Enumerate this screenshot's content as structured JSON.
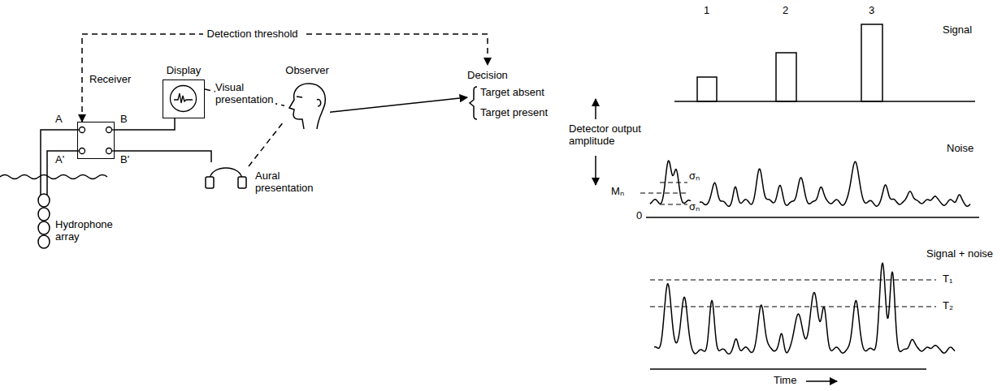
{
  "diagram": {
    "nodes": [
      {
        "text": [
          "Receiver"
        ]
      },
      {
        "text": [
          "Display",
          "Visual presentation"
        ]
      },
      {
        "text": [
          "Aural presentation"
        ]
      },
      {
        "text": [
          "Observer"
        ]
      },
      {
        "text": [
          "Decision",
          "Target absent",
          "Target present"
        ]
      }
    ],
    "edges": [
      {
        "from": 0,
        "to": 4,
        "label": "Detection threshold",
        "arrow": "both"
      },
      {
        "from": 0,
        "to": 1,
        "arrow": "none"
      },
      {
        "from": 0,
        "to": 2,
        "arrow": "none"
      },
      {
        "from": 1,
        "to": 3,
        "arrow": "none"
      },
      {
        "from": 2,
        "to": 3,
        "arrow": "none"
      },
      {
        "from": 3,
        "to": 4,
        "arrow": "to"
      }
    ],
    "labels": [
      "A",
      "A'",
      "B",
      "B'",
      "Hydrophone array",
      "1",
      "2",
      "3",
      "Signal",
      "Detector output amplitude",
      "Noise",
      "Mₙ",
      "σₙ",
      "σₙ",
      "0",
      "Signal + noise",
      "T₁",
      "T₂",
      "Time"
    ]
  }
}
